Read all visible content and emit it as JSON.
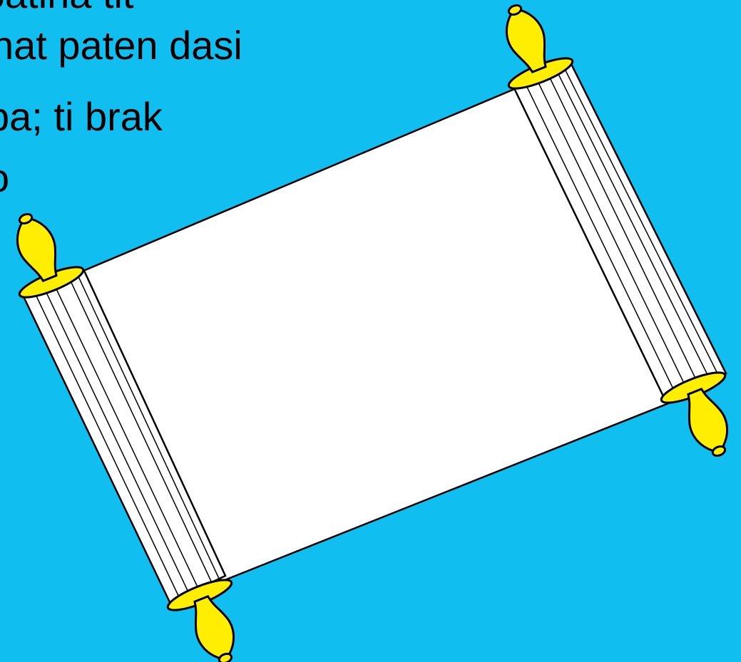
{
  "slide": {
    "background_color": "#10BFEF",
    "text_lines": [
      "duck patina tit",
      "nat paten dasi",
      "pa; ti brak",
      "o"
    ]
  },
  "scroll": {
    "paper_color": "#FFFFFF",
    "roller_color": "#FFFFFF",
    "handle_color": "#FFEE00",
    "outline_color": "#000000"
  }
}
